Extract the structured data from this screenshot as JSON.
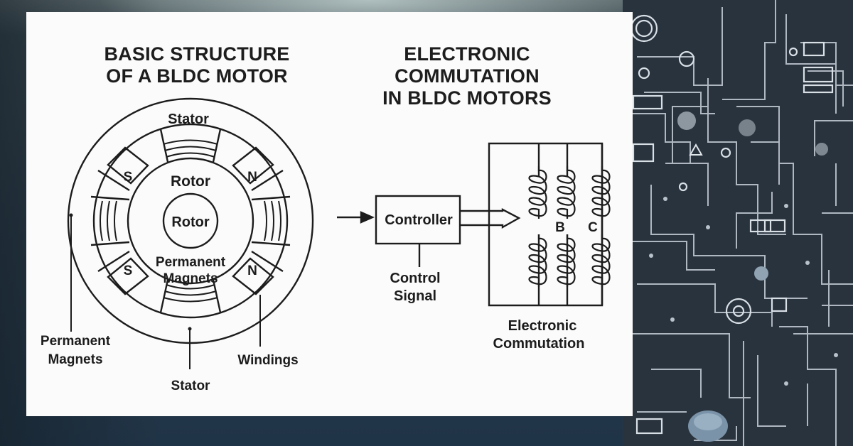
{
  "left_panel": {
    "title_line1": "BASIC STRUCTURE",
    "title_line2": "OF A BLDC MOTOR",
    "labels": {
      "stator_top": "Stator",
      "rotor_outer": "Rotor",
      "rotor_inner": "Rotor",
      "permanent_magnets_inner_1": "Permanent",
      "permanent_magnets_inner_2": "Magnets",
      "pole_s_top": "S",
      "pole_n_top": "N",
      "pole_s_bottom": "S",
      "pole_n_bottom": "N",
      "permanent_magnets_callout_1": "Permanent",
      "permanent_magnets_callout_2": "Magnets",
      "stator_bottom": "Stator",
      "windings": "Windings"
    }
  },
  "right_panel": {
    "title_line1": "ELECTRONIC",
    "title_line2": "COMMUTATION",
    "title_line3": "IN BLDC MOTORS",
    "labels": {
      "controller": "Controller",
      "control_signal_1": "Control",
      "control_signal_2": "Signal",
      "phase_b": "B",
      "phase_c": "C",
      "electronic_commutation_1": "Electronic",
      "electronic_commutation_2": "Commutation"
    }
  },
  "background": {
    "decor": "circuit-board-pattern",
    "panel_color": "#fbfbfb",
    "ink_color": "#1c1c1c"
  }
}
